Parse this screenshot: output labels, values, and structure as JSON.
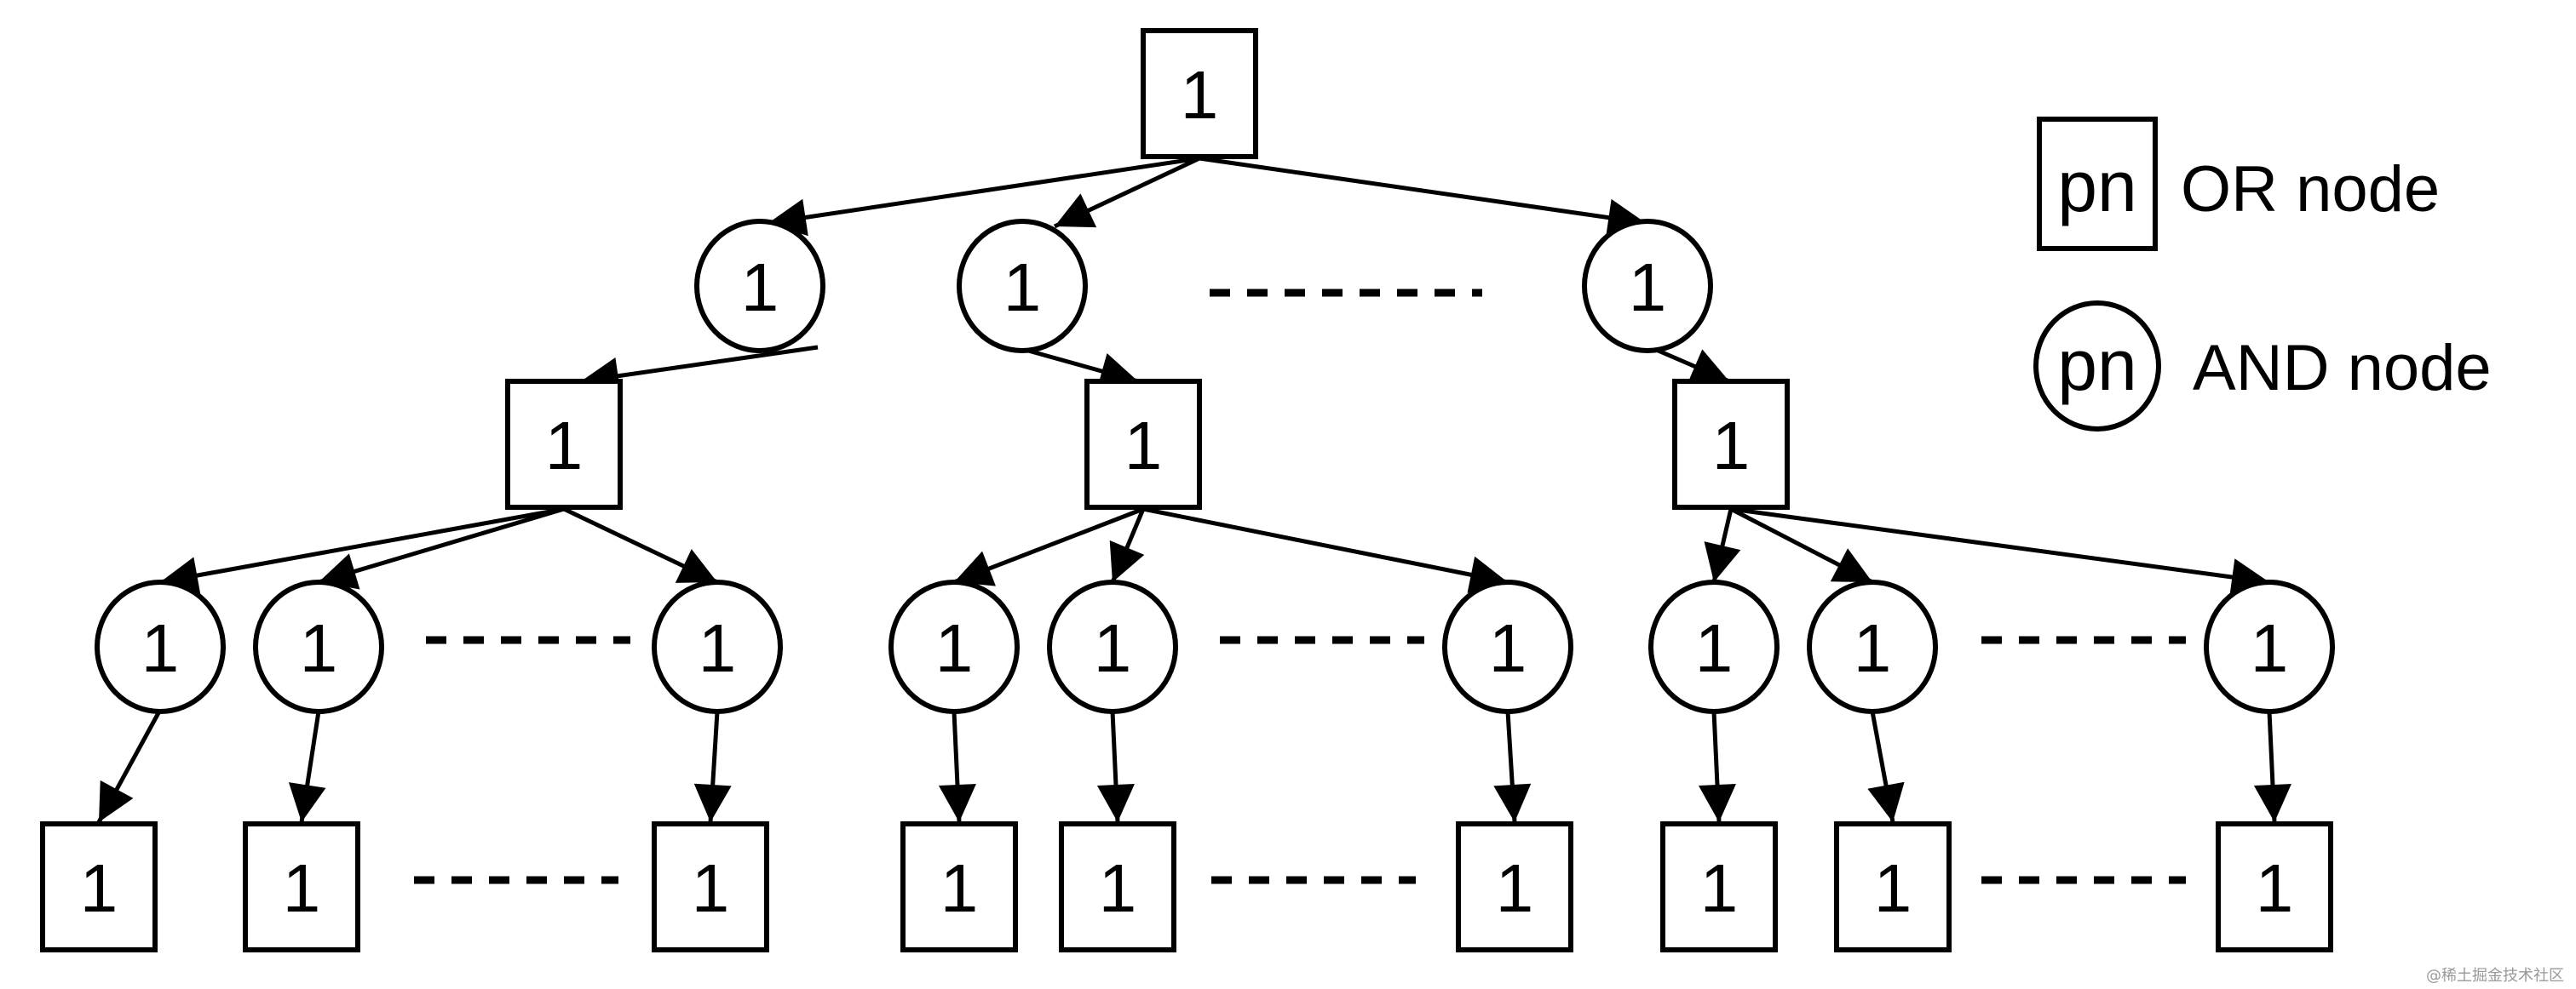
{
  "diagram": {
    "root": {
      "shape": "or",
      "value": "1"
    },
    "and_level": [
      {
        "shape": "and",
        "value": "1"
      },
      {
        "shape": "and",
        "value": "1"
      },
      {
        "shape": "and",
        "value": "1"
      }
    ],
    "or_level": [
      {
        "shape": "or",
        "value": "1"
      },
      {
        "shape": "or",
        "value": "1"
      },
      {
        "shape": "or",
        "value": "1"
      }
    ],
    "and_leaves": [
      {
        "shape": "and",
        "value": "1"
      },
      {
        "shape": "and",
        "value": "1"
      },
      {
        "shape": "and",
        "value": "1"
      },
      {
        "shape": "and",
        "value": "1"
      },
      {
        "shape": "and",
        "value": "1"
      },
      {
        "shape": "and",
        "value": "1"
      },
      {
        "shape": "and",
        "value": "1"
      },
      {
        "shape": "and",
        "value": "1"
      },
      {
        "shape": "and",
        "value": "1"
      }
    ],
    "or_leaves": [
      {
        "shape": "or",
        "value": "1"
      },
      {
        "shape": "or",
        "value": "1"
      },
      {
        "shape": "or",
        "value": "1"
      },
      {
        "shape": "or",
        "value": "1"
      },
      {
        "shape": "or",
        "value": "1"
      },
      {
        "shape": "or",
        "value": "1"
      },
      {
        "shape": "or",
        "value": "1"
      },
      {
        "shape": "or",
        "value": "1"
      },
      {
        "shape": "or",
        "value": "1"
      }
    ]
  },
  "legend": {
    "or_symbol": "pn",
    "or_label": "OR node",
    "and_symbol": "pn",
    "and_label": "AND node"
  },
  "watermark": "@稀土掘金技术社区"
}
